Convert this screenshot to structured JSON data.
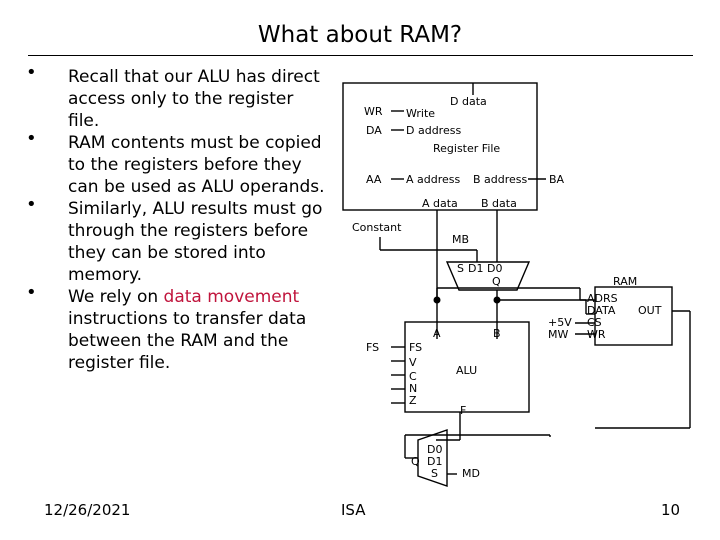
{
  "slide": {
    "title": "What about RAM?",
    "bullets": [
      {
        "prefix": "Recall that our ALU has direct access only to the register file.",
        "highlight": "",
        "suffix": ""
      },
      {
        "prefix": "RAM contents must be copied to the registers before they can be used as ALU operands.",
        "highlight": "",
        "suffix": ""
      },
      {
        "prefix": "Similarly, ALU results must go through the registers before they can be stored into memory.",
        "highlight": "",
        "suffix": ""
      },
      {
        "prefix": "We rely on ",
        "highlight": "data movement",
        "suffix": " instructions to transfer data between the RAM and the register file."
      }
    ],
    "bullet_symbol": "•",
    "footer": {
      "date": "12/26/2021",
      "center": "ISA",
      "page": "10"
    }
  },
  "diagram": {
    "regfile": {
      "wr": "WR",
      "write": "Write",
      "ddata": "D data",
      "da": "DA",
      "daddress": "D address",
      "label": "Register File",
      "aa": "AA",
      "aaddress": "A address",
      "baddress": "B address",
      "ba": "BA",
      "adata": "A data",
      "bdata": "B data"
    },
    "constant": "Constant",
    "mb": "MB",
    "mux_b": {
      "s": "S",
      "d1": "D1",
      "d0": "D0",
      "q": "Q"
    },
    "alu": {
      "fs_in": "FS",
      "fs_port": "FS",
      "a": "A",
      "b": "B",
      "v": "V",
      "c": "C",
      "n": "N",
      "z": "Z",
      "label": "ALU",
      "f": "F"
    },
    "mux_d": {
      "d0": "D0",
      "d1": "D1",
      "q": "Q",
      "s": "S",
      "md": "MD"
    },
    "ram": {
      "label": "RAM",
      "adrs": "ADRS",
      "data": "DATA",
      "cs": "CS",
      "wr": "WR",
      "out": "OUT",
      "vcc": "+5V",
      "mw": "MW"
    }
  }
}
